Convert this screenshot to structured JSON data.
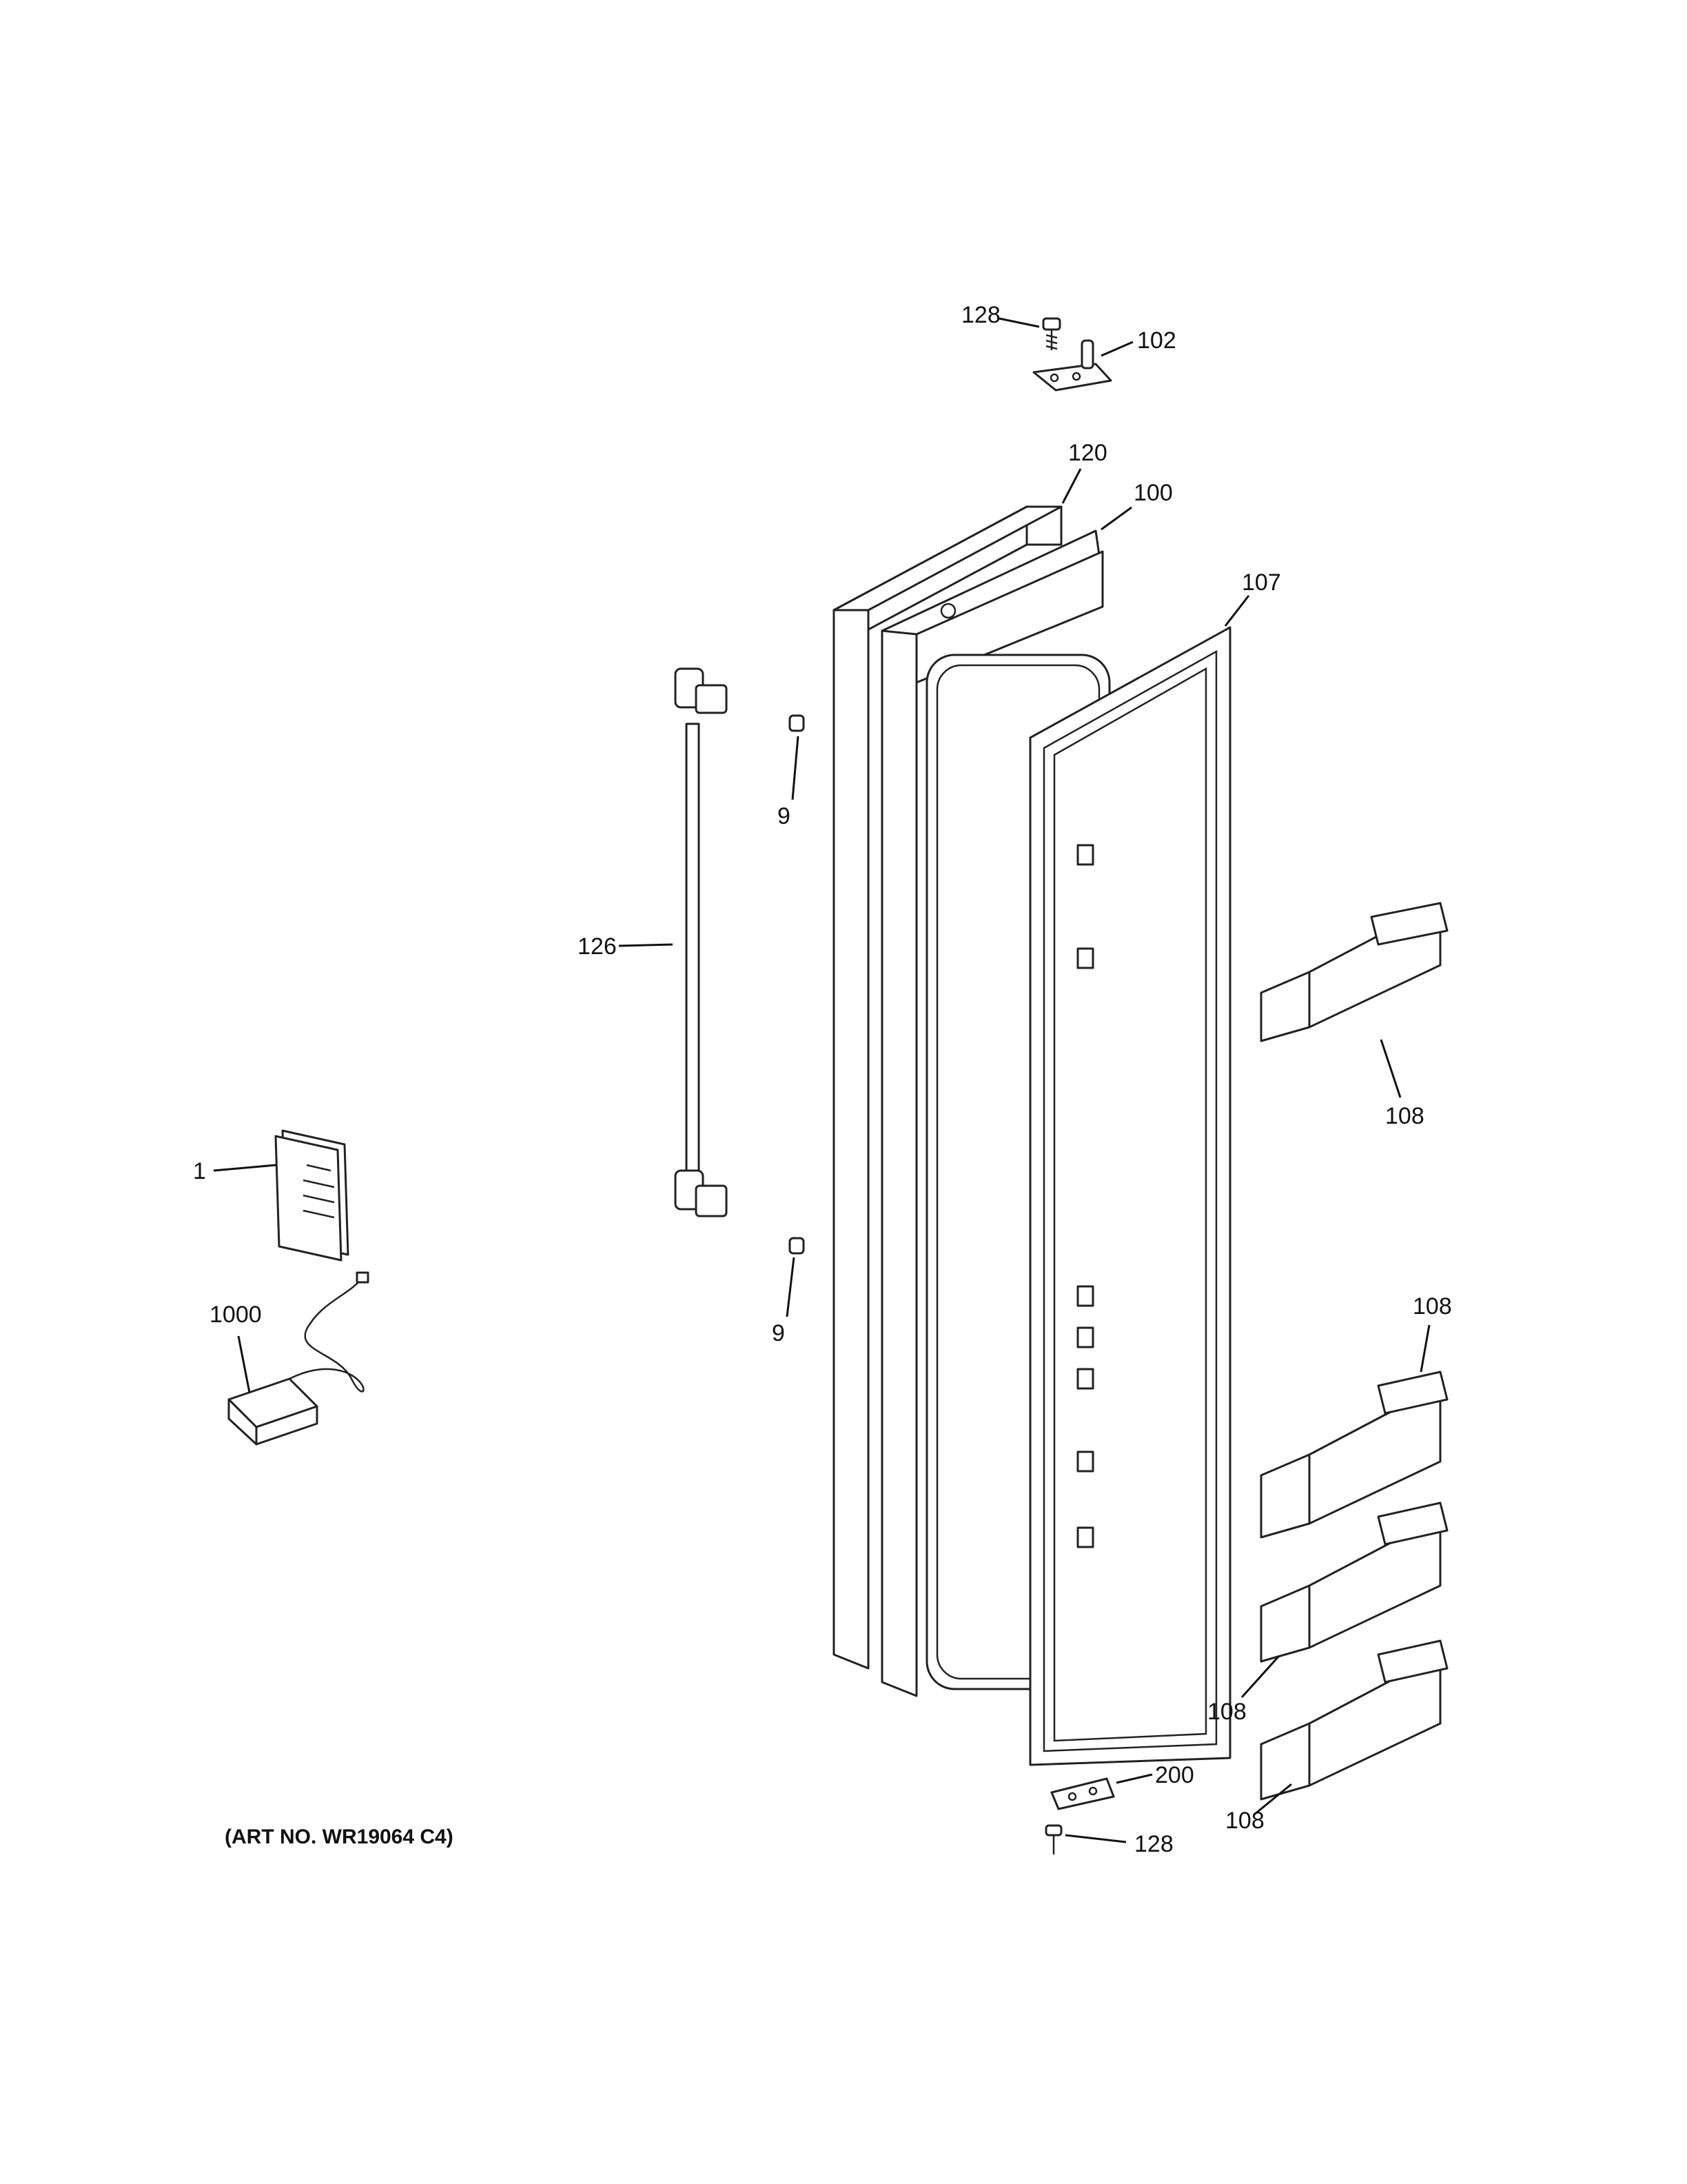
{
  "figure": {
    "art_number": "(ART NO. WR19064 C4)"
  },
  "callouts": {
    "c128_top": "128",
    "c102": "102",
    "c120": "120",
    "c100": "100",
    "c107": "107",
    "c9_top": "9",
    "c126": "126",
    "c108_a": "108",
    "c1": "1",
    "c9_bottom": "9",
    "c1000": "1000",
    "c108_b": "108",
    "c108_c": "108",
    "c200": "200",
    "c108_d": "108",
    "c128_bottom": "128"
  }
}
